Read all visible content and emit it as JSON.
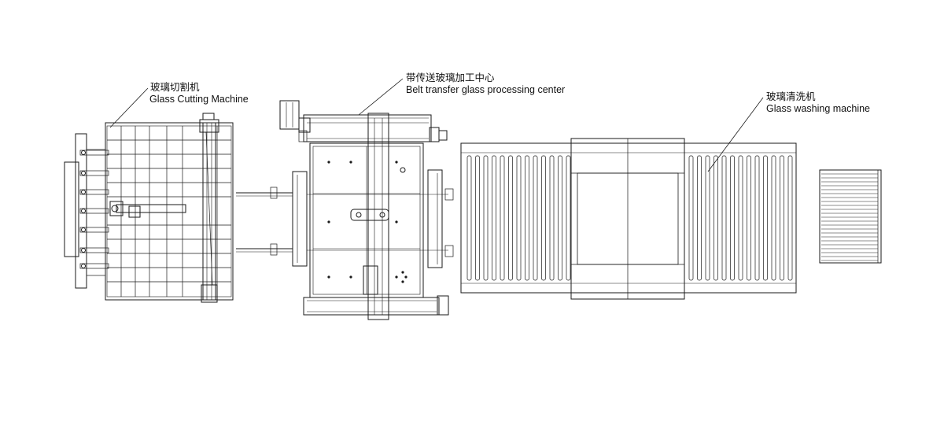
{
  "labels": {
    "cutting": {
      "zh": "玻璃切割机",
      "en": "Glass Cutting Machine"
    },
    "processing": {
      "zh": "带传送玻璃加工中心",
      "en": "Belt transfer glass processing center"
    },
    "washing": {
      "zh": "玻璃清洗机",
      "en": "Glass washing machine"
    }
  },
  "colors": {
    "line": "#1a1a1a",
    "background": "#ffffff"
  }
}
